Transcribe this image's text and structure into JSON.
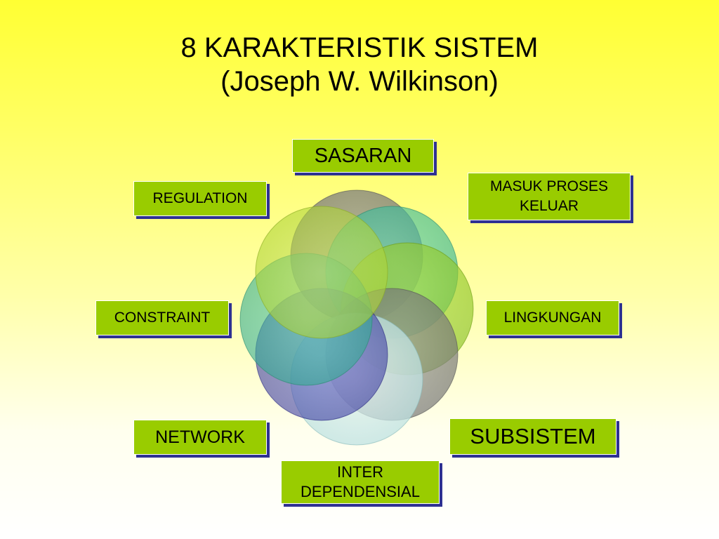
{
  "title": {
    "line1": "8 KARAKTERISTIK SISTEM",
    "line2": "(Joseph W. Wilkinson)"
  },
  "labels": {
    "sasaran": "SASARAN",
    "masuk_proses_line1": "MASUK PROSES",
    "masuk_proses_line2": "KELUAR",
    "regulation": "REGULATION",
    "constraint": "CONSTRAINT",
    "lingkungan": "LINGKUNGAN",
    "network": "NETWORK",
    "subsistem": "SUBSISTEM",
    "inter_line1": "INTER",
    "inter_line2": "DEPENDENSIAL"
  },
  "colors": {
    "label_fill": "#99cc00",
    "label_shadow": "#2e3192",
    "circle_colors": [
      "#808080",
      "#4dc3a0",
      "#99cc33",
      "#808080",
      "#c0e0e8",
      "#3a3aa0",
      "#3cb8a0",
      "#bedd44"
    ]
  }
}
